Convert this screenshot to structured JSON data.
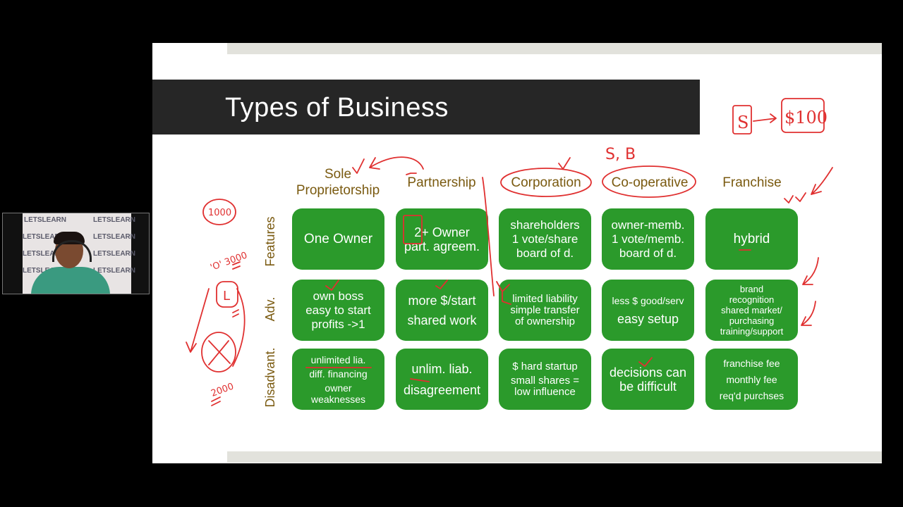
{
  "slide": {
    "title": "Types of Business"
  },
  "columns": [
    "Sole\nProprietorship",
    "Partnership",
    "Corporation",
    "Co-operative",
    "Franchise"
  ],
  "rows": [
    "Features",
    "Adv.",
    "Disadvant."
  ],
  "cells": {
    "features": [
      [
        "One Owner"
      ],
      [
        "2+ Owner",
        "part. agreem."
      ],
      [
        "shareholders",
        "1 vote/share",
        "board of d."
      ],
      [
        "owner-memb.",
        "1 vote/memb.",
        "board of d."
      ],
      [
        "hybrid"
      ]
    ],
    "advantages": [
      [
        "own boss",
        "easy to start",
        "profits ->1"
      ],
      [
        "more $/start",
        "shared work"
      ],
      [
        "limited liability",
        "simple transfer",
        "of ownership"
      ],
      [
        "less $ good/serv",
        "easy setup"
      ],
      [
        "brand",
        "recognition",
        "shared market/",
        "purchasing",
        "training/support"
      ]
    ],
    "disadvantages": [
      [
        "unlimited lia.",
        "diff. financing",
        "owner",
        "weaknesses"
      ],
      [
        "unlim. liab.",
        "disagreement"
      ],
      [
        "$ hard startup",
        "small shares =",
        "low influence"
      ],
      [
        "decisions can",
        "be difficult"
      ],
      [
        "franchise fee",
        "monthly fee",
        "req'd purchses"
      ]
    ]
  },
  "handwriting": {
    "s_to_100": [
      "S",
      "$100"
    ],
    "sb": "S, B",
    "num_1000": "1000",
    "o_3000": "'O' 3000",
    "letter_l": "L",
    "num_2000": "2000"
  },
  "webcam": {
    "watermark": "LETSLEARN"
  },
  "colors": {
    "cell_green": "#2b9a2b",
    "heading_brown": "#7a5a10",
    "title_band": "#262626",
    "ink_red": "#e03030"
  }
}
